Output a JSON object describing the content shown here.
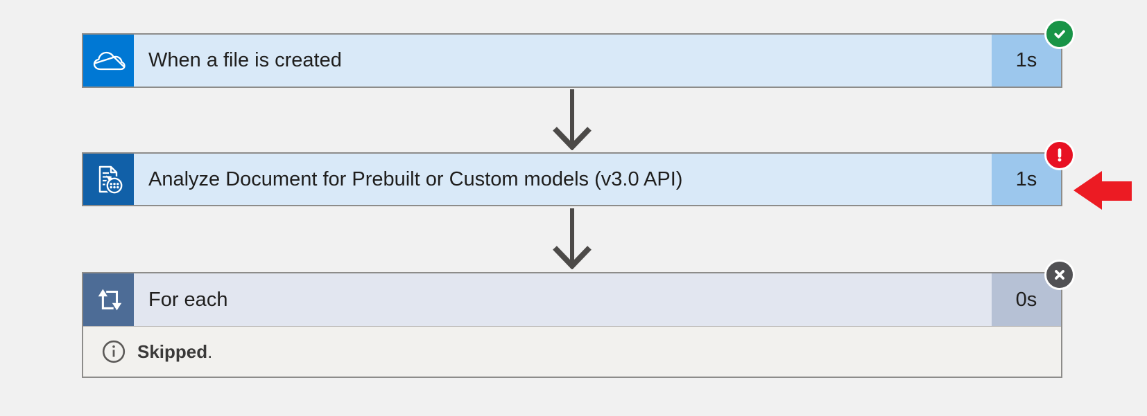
{
  "view": "flow-run-canvas",
  "colors": {
    "page_bg": "#f1f1f1",
    "card_border": "#8d8c8a",
    "step_body_blue": "#d9e9f8",
    "duration_chip_blue": "#9cc7ed",
    "onedrive_tile": "#0078d4",
    "form_recognizer_tile": "#1160a8",
    "foreach_tile": "#4d6c96",
    "foreach_body": "#e2e6f0",
    "foreach_chip": "#b6c1d5",
    "skipped_strip_bg": "#f2f1ee",
    "success_badge": "#189447",
    "error_badge": "#e81123",
    "skipped_badge": "#515154",
    "connector_arrow": "#4c4a48",
    "annotation_arrow_red": "#ec1b23",
    "text": "#1f1e1d"
  },
  "steps": [
    {
      "title": "When a file is created",
      "duration": "1s",
      "status": "succeeded",
      "badge": "check-badge",
      "icon": "onedrive-cloud-icon"
    },
    {
      "title": "Analyze Document for Prebuilt or Custom models (v3.0 API)",
      "duration": "1s",
      "status": "failed",
      "badge": "error-exclamation-badge",
      "icon": "form-recognizer-document-icon"
    },
    {
      "title": "For each",
      "duration": "0s",
      "status": "skipped",
      "badge": "x-badge",
      "icon": "for-each-loop-icon",
      "note_bold": "Skipped",
      "note_period": "."
    }
  ],
  "annotation": {
    "shape": "block-arrow-left",
    "color": "#ec1b23"
  }
}
